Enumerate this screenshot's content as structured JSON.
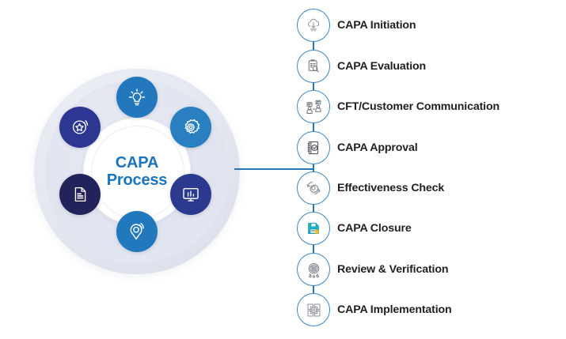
{
  "diagram": {
    "hub": {
      "title": "CAPA\nProcess",
      "title_color": "#1b75bc",
      "ring_color": "#e2e5ee",
      "nodes": [
        {
          "name": "idea-lightbulb",
          "icon": "lightbulb-icon",
          "color": "#2277bd",
          "position": "top"
        },
        {
          "name": "settings-gear",
          "icon": "gear-icon",
          "color": "#2a7fc1",
          "position": "top-right"
        },
        {
          "name": "analytics-monitor",
          "icon": "monitor-chart-icon",
          "color": "#2b3a8f",
          "position": "bottom-right"
        },
        {
          "name": "location-pin",
          "icon": "location-pin-icon",
          "color": "#2278bd",
          "position": "bottom"
        },
        {
          "name": "document-file",
          "icon": "document-icon",
          "color": "#23235c",
          "position": "bottom-left"
        },
        {
          "name": "quality-star",
          "icon": "star-badge-icon",
          "color": "#2d3691",
          "position": "top-left"
        }
      ]
    },
    "connector": {
      "color": "#2378bd"
    },
    "steps": {
      "circle_border_color": "#3b87c4",
      "label_color": "#231f20",
      "items": [
        {
          "label": "CAPA Initiation",
          "icon": "cloud-upload-icon"
        },
        {
          "label": "CAPA Evaluation",
          "icon": "clipboard-search-icon"
        },
        {
          "label": "CFT/Customer Communication",
          "icon": "people-communication-icon"
        },
        {
          "label": "CAPA Approval",
          "icon": "notebook-check-icon"
        },
        {
          "label": "Effectiveness Check",
          "icon": "gear-refresh-icon"
        },
        {
          "label": "CAPA Closure",
          "icon": "save-disk-icon"
        },
        {
          "label": "Review & Verification",
          "icon": "review-seal-icon"
        },
        {
          "label": "CAPA Implementation",
          "icon": "implementation-gear-icon"
        }
      ]
    }
  }
}
